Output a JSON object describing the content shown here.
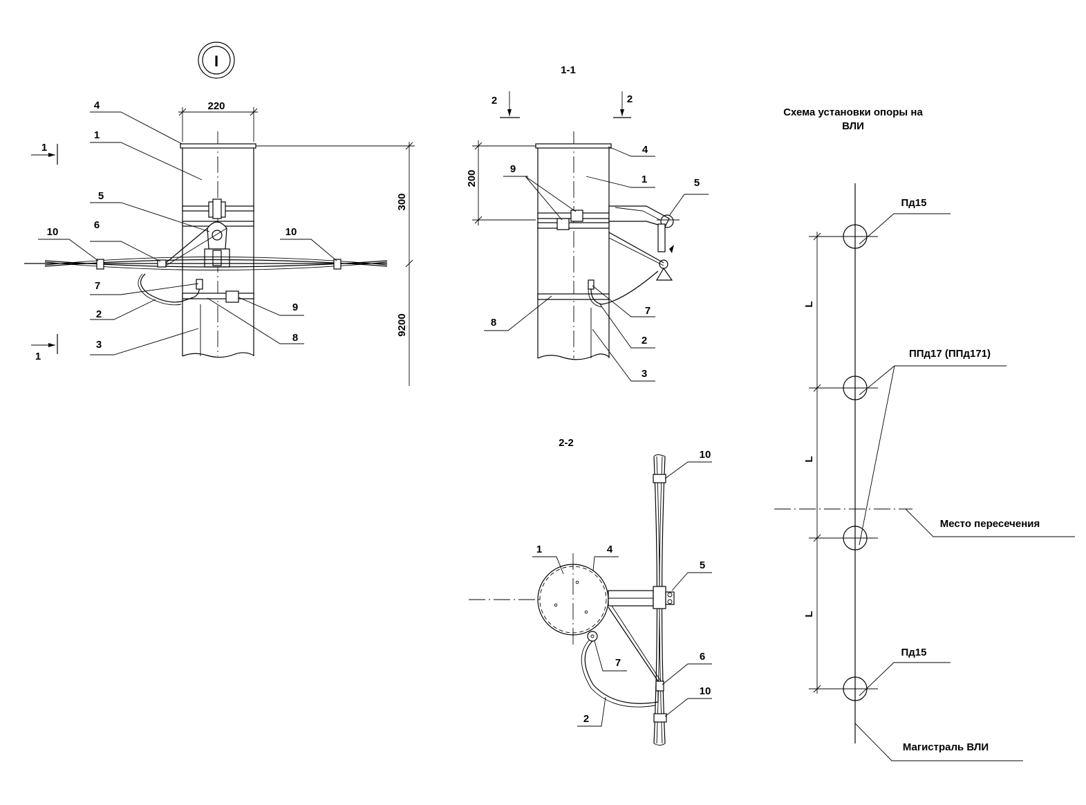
{
  "view_marker": "I",
  "view_main": {
    "dim_width": "220",
    "dim_top": "300",
    "dim_height": "9200",
    "section_mark": "1",
    "callouts": [
      "4",
      "1",
      "5",
      "6",
      "10",
      "10",
      "7",
      "2",
      "3",
      "9",
      "8"
    ]
  },
  "section_1_1": {
    "title": "1-1",
    "cut_mark": "2",
    "dim_height": "200",
    "callouts": [
      "9",
      "4",
      "1",
      "5",
      "7",
      "8",
      "2",
      "3"
    ]
  },
  "section_2_2": {
    "title": "2-2",
    "callouts": [
      "10",
      "1",
      "4",
      "5",
      "7",
      "6",
      "10",
      "2"
    ]
  },
  "scheme": {
    "title_line1": "Схема установки опоры на",
    "title_line2": "ВЛИ",
    "span_label": "L",
    "support_end": "Пд15",
    "support_mid": "ППд17 (ППд171)",
    "crossing": "Место пересечения",
    "trunk": "Магистраль ВЛИ"
  }
}
